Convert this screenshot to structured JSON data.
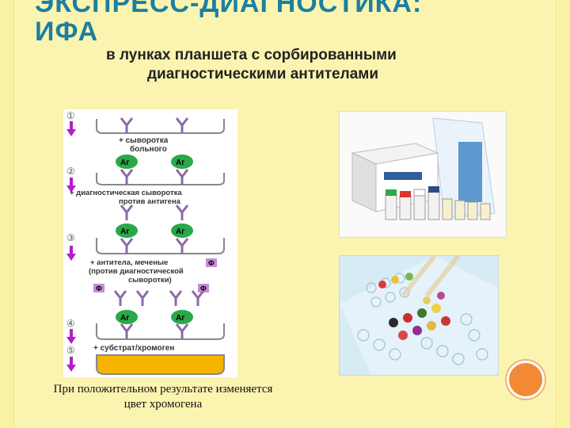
{
  "slide": {
    "title_line1": "ЭКСПРЕСС-ДИАГНОСТИКА:",
    "title_line2": "ИФА",
    "subtitle_line1": "в лунках планшета с сорбированными",
    "subtitle_line2": "диагностическими антителами",
    "caption_line1": "При положительном результате изменяется",
    "caption_line2": "цвет хромогена"
  },
  "diagram": {
    "steps": [
      "①",
      "②",
      "③",
      "④",
      "⑤"
    ],
    "step1_label_1": "+ сыворотка",
    "step1_label_2": "больного",
    "step2_label_1": "+ диагностическая сыворотка",
    "step2_label_2": "против антигена",
    "step3_label_1": "+ антитела, меченые",
    "step3_label_2": "(против диагностической",
    "step3_label_3": "сыворотки)",
    "step5_label": "+ субстрат/хромоген",
    "antigen": "Аг",
    "enzyme": "Ф"
  },
  "colors": {
    "background": "#fbf3a4",
    "title": "#1c7fa1",
    "arrow": "#b21fc7",
    "antigen": "#2aa84a",
    "antibody": "#8a6aa8",
    "chromogen": "#f4b400",
    "accent_circle": "#f28a35"
  }
}
